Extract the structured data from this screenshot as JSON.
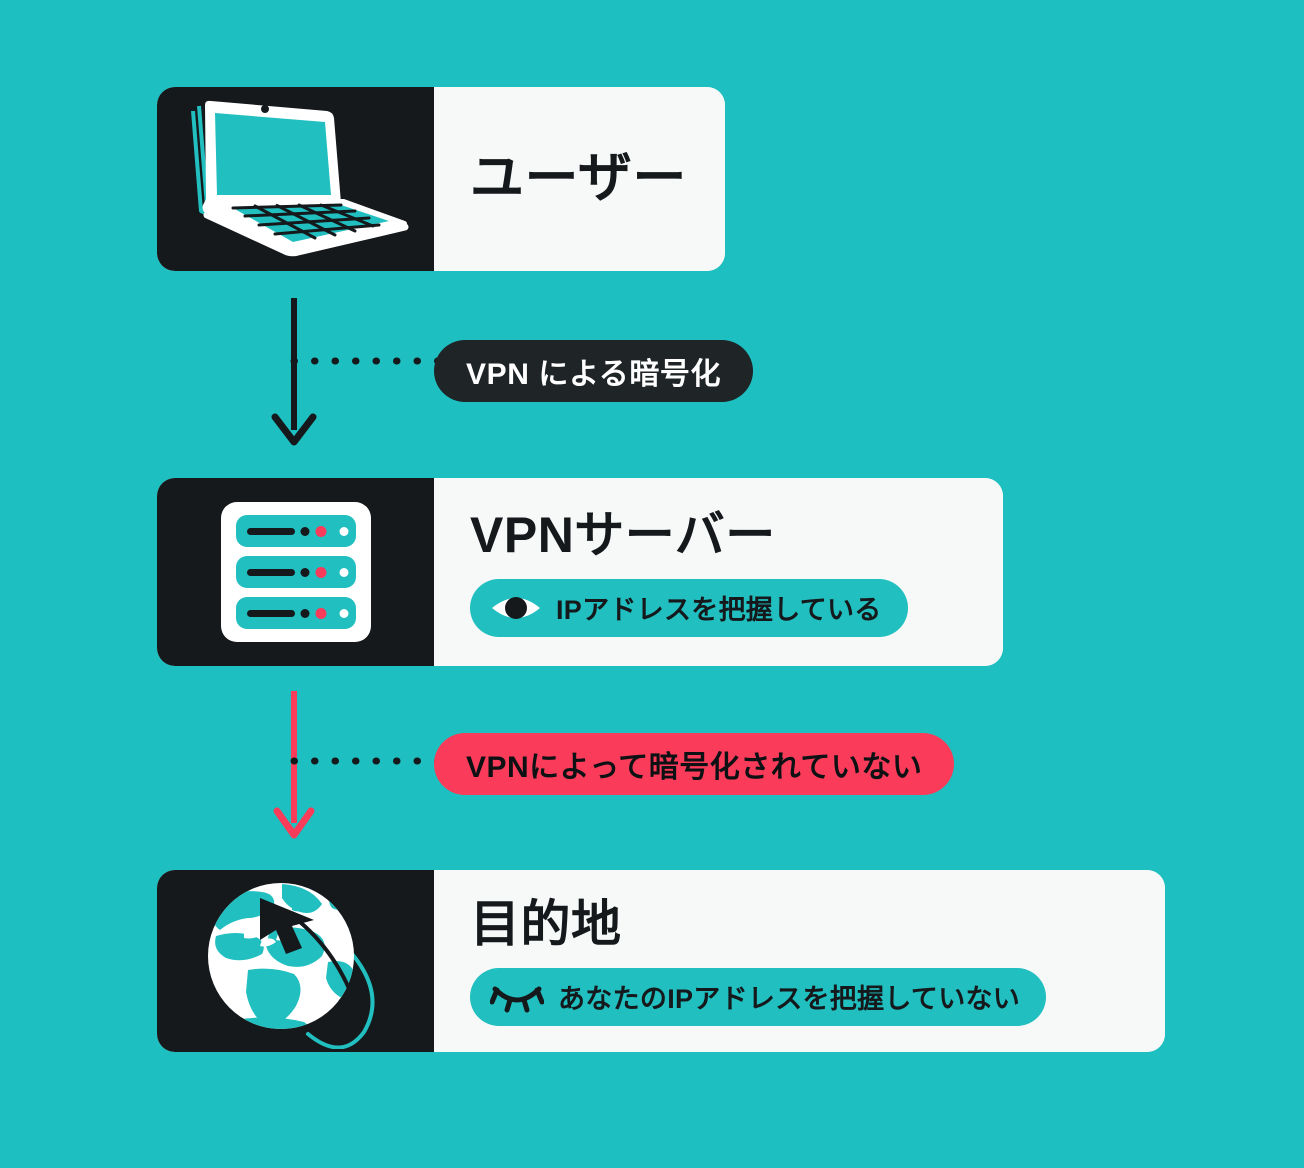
{
  "diagram": {
    "title_semantic": "vpn-traffic-flow-diagram",
    "background_color": "#1DBFC0",
    "colors": {
      "background_teal": "#1DBFC0",
      "card_white": "#F7F8F8",
      "icon_panel_dark": "#15191C",
      "pill_dark": "#1F2427",
      "pill_pink": "#FA3C5A",
      "accent_teal": "#21BFBF"
    }
  },
  "nodes": [
    {
      "id": "user",
      "title": "ユーザー",
      "icon": "laptop-icon",
      "status": null
    },
    {
      "id": "vpn-server",
      "title": "VPNサーバー",
      "icon": "server-rack-icon",
      "status": {
        "icon": "eye-open-icon",
        "label": "IPアドレスを把握している",
        "color": "#21BFBF"
      }
    },
    {
      "id": "destination",
      "title": "目的地",
      "icon": "globe-cursor-icon",
      "status": {
        "icon": "eye-closed-icon",
        "label": "あなたのIPアドレスを把握していない",
        "color": "#21BFBF"
      }
    }
  ],
  "connectors": [
    {
      "id": "user-to-vpn",
      "from": "user",
      "to": "vpn-server",
      "label": "VPN による暗号化",
      "label_background": "#1F2427",
      "label_text_color": "#FFFFFF",
      "arrow_color": "#15191C"
    },
    {
      "id": "vpn-to-destination",
      "from": "vpn-server",
      "to": "destination",
      "label": "VPNによって暗号化されていない",
      "label_background": "#FA3C5A",
      "label_text_color": "#0E1114",
      "arrow_color": "#FA3C5A"
    }
  ]
}
